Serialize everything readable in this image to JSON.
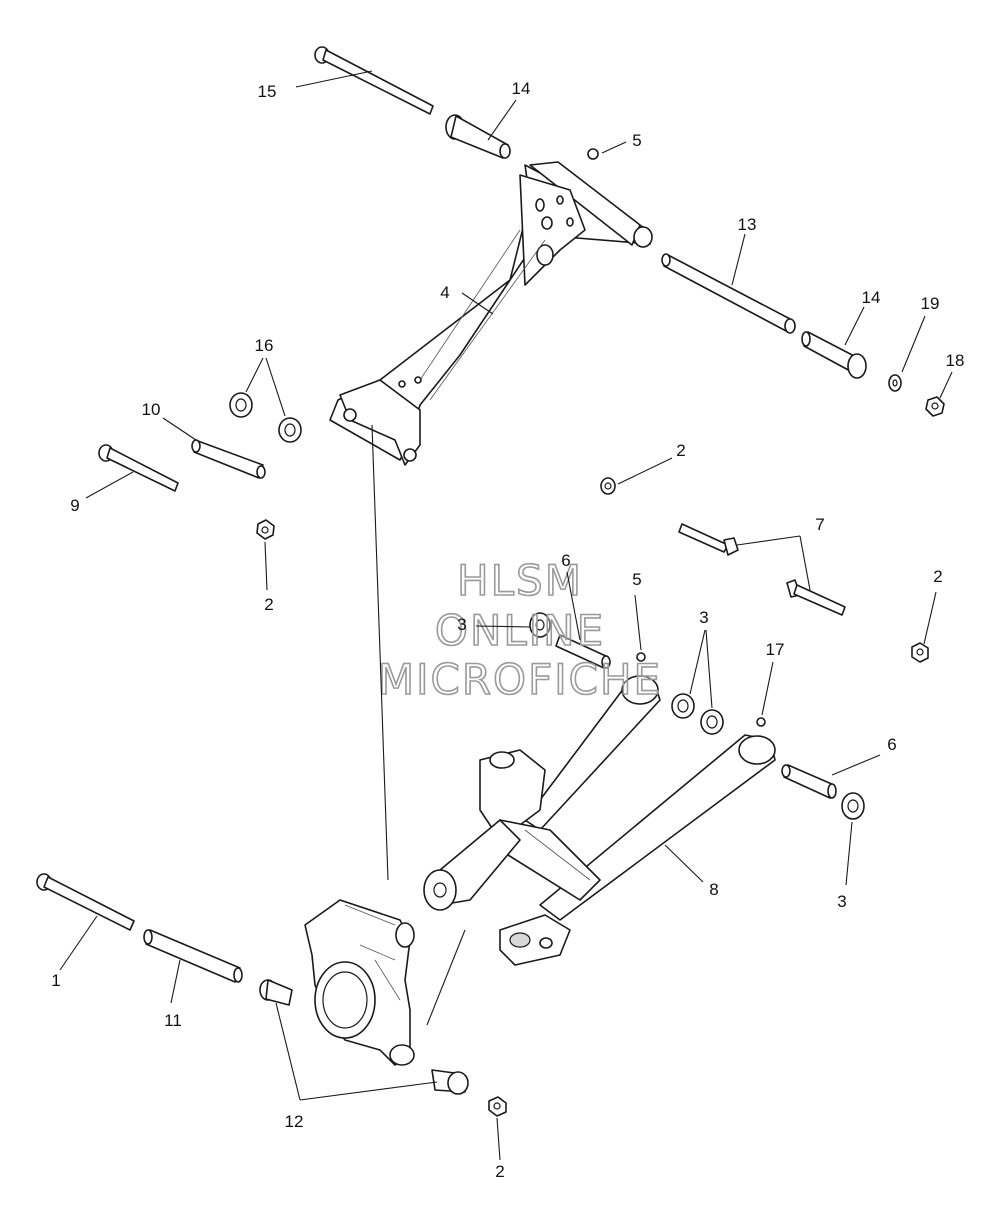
{
  "watermark": {
    "line1": "HLSM",
    "line2": "ONLINE",
    "line3": "MICROFICHE"
  },
  "callouts": {
    "c1": "1",
    "c2a": "2",
    "c2b": "2",
    "c2c": "2",
    "c2d": "2",
    "c3a": "3",
    "c3b": "3",
    "c3c": "3",
    "c4": "4",
    "c5a": "5",
    "c5b": "5",
    "c6a": "6",
    "c6b": "6",
    "c7": "7",
    "c8": "8",
    "c9": "9",
    "c10": "10",
    "c11": "11",
    "c12": "12",
    "c13": "13",
    "c14a": "14",
    "c14b": "14",
    "c15": "15",
    "c16": "16",
    "c17": "17",
    "c18": "18",
    "c19": "19"
  }
}
